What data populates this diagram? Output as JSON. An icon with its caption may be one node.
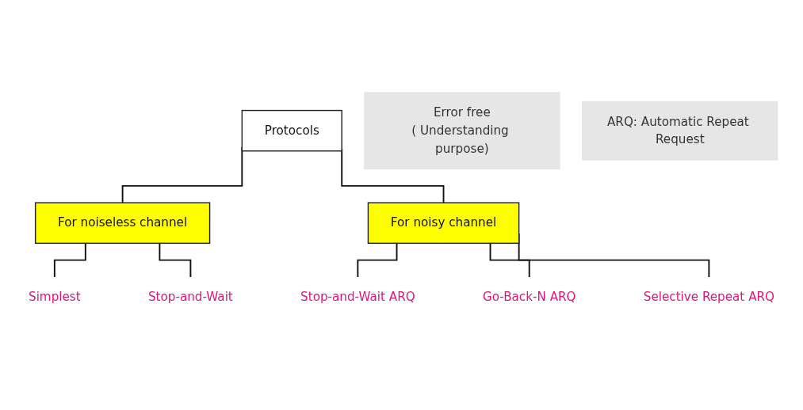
{
  "diagram": {
    "nodes": [
      {
        "text": [
          "Protocols"
        ]
      },
      {
        "text": [
          "For noiseless channel"
        ]
      },
      {
        "text": [
          "For noisy channel"
        ]
      },
      {
        "text": [
          "Simplest"
        ]
      },
      {
        "text": [
          "Stop-and-Wait"
        ]
      },
      {
        "text": [
          "Stop-and-Wait ARQ"
        ]
      },
      {
        "text": [
          "Go-Back-N ARQ"
        ]
      },
      {
        "text": [
          "Selective Repeat ARQ"
        ]
      },
      {
        "text": [
          "Error free",
          "( Understanding purpose)"
        ]
      },
      {
        "text": [
          "ARQ: Automatic Repeat Request"
        ]
      }
    ],
    "edges": [
      {
        "from": 0,
        "to": 1,
        "arrow": "none"
      },
      {
        "from": 0,
        "to": 2,
        "arrow": "none"
      },
      {
        "from": 1,
        "to": 3,
        "arrow": "none"
      },
      {
        "from": 1,
        "to": 4,
        "arrow": "none"
      },
      {
        "from": 2,
        "to": 5,
        "arrow": "none"
      },
      {
        "from": 2,
        "to": 6,
        "arrow": "none"
      },
      {
        "from": 2,
        "to": 7,
        "arrow": "none"
      }
    ]
  }
}
